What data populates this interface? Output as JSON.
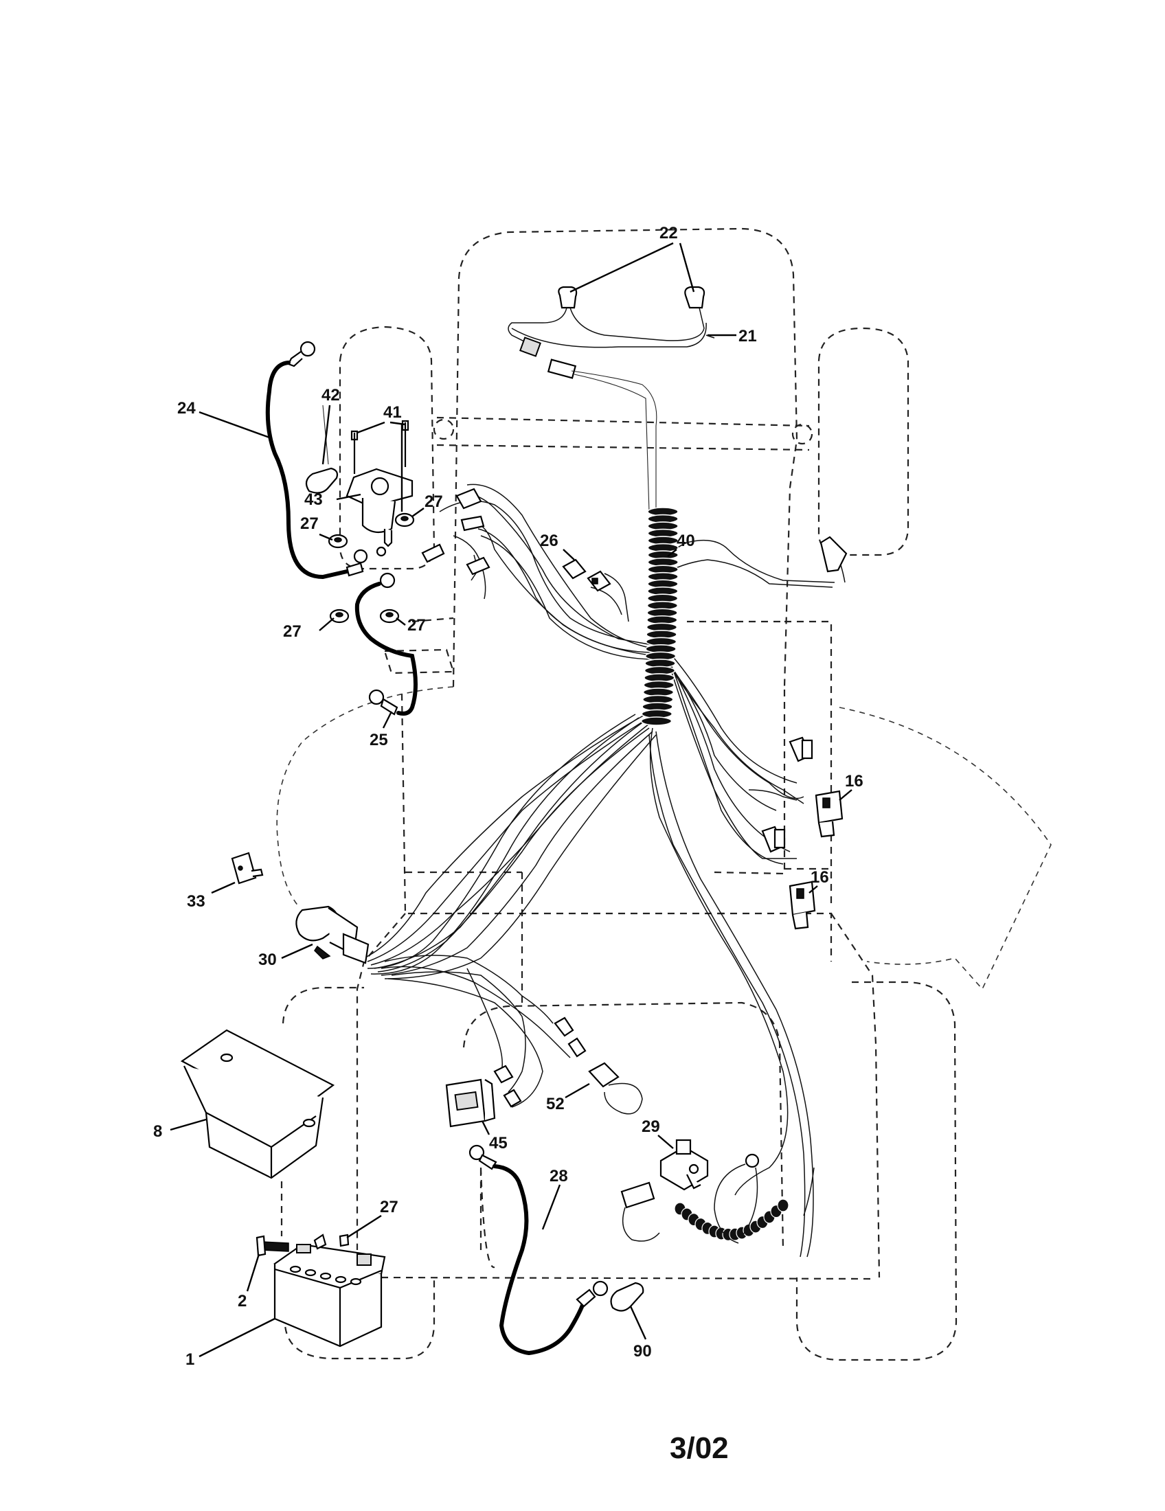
{
  "callouts": [
    {
      "id": "c22",
      "label": "22"
    },
    {
      "id": "c21",
      "label": "21"
    },
    {
      "id": "c42",
      "label": "42"
    },
    {
      "id": "c41",
      "label": "41"
    },
    {
      "id": "c24",
      "label": "24"
    },
    {
      "id": "c43",
      "label": "43"
    },
    {
      "id": "c27a",
      "label": "27"
    },
    {
      "id": "c27b",
      "label": "27"
    },
    {
      "id": "c27c",
      "label": "27"
    },
    {
      "id": "c27d",
      "label": "27"
    },
    {
      "id": "c26",
      "label": "26"
    },
    {
      "id": "c40",
      "label": "40"
    },
    {
      "id": "c25",
      "label": "25"
    },
    {
      "id": "c16a",
      "label": "16"
    },
    {
      "id": "c16b",
      "label": "16"
    },
    {
      "id": "c33",
      "label": "33"
    },
    {
      "id": "c30",
      "label": "30"
    },
    {
      "id": "c8",
      "label": "8"
    },
    {
      "id": "c52",
      "label": "52"
    },
    {
      "id": "c45",
      "label": "45"
    },
    {
      "id": "c29",
      "label": "29"
    },
    {
      "id": "c28",
      "label": "28"
    },
    {
      "id": "c27e",
      "label": "27"
    },
    {
      "id": "c2",
      "label": "2"
    },
    {
      "id": "c1",
      "label": "1"
    },
    {
      "id": "c90",
      "label": "90"
    }
  ],
  "date_code": "3/02"
}
